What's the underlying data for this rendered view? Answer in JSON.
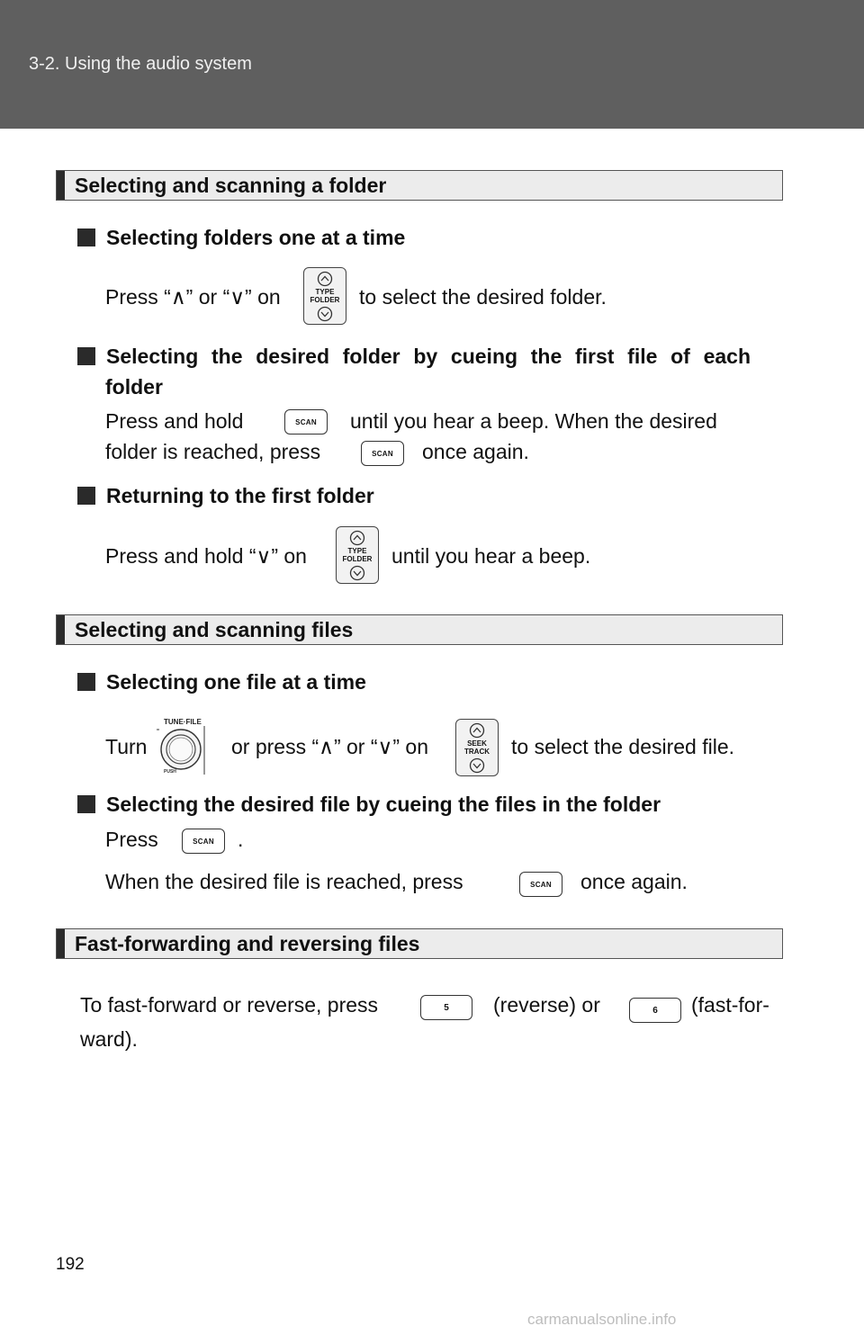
{
  "header": {
    "title": "3-2. Using the audio system"
  },
  "sections": [
    {
      "title": "Selecting and scanning a folder"
    },
    {
      "title": "Selecting and scanning files"
    },
    {
      "title": "Fast-forwarding and reversing files"
    }
  ],
  "folder": {
    "sub1": "Selecting folders one at a time",
    "sub1_a": "Press “∧” or “∨” on",
    "sub1_b": "to select the desired folder.",
    "sub2_line1": "Selecting the desired folder by cueing the first file of each",
    "sub2_line2": "folder",
    "sub2_p1_a": "Press and hold",
    "sub2_p1_b": "until you hear a beep. When the desired",
    "sub2_p2_a": "folder is reached, press",
    "sub2_p2_b": "once again.",
    "sub3": "Returning to the first folder",
    "sub3_a": "Press and hold “∨” on",
    "sub3_b": "until you hear a beep."
  },
  "files": {
    "sub1": "Selecting one file at a time",
    "sub1_a": "Turn",
    "sub1_b": "or press “∧” or “∨” on",
    "sub1_c": "to select the desired file.",
    "sub2": "Selecting the desired file by cueing the files in the folder",
    "sub2_p1_a": "Press",
    "sub2_p1_b": ".",
    "sub2_p2_a": "When the desired file is reached, press",
    "sub2_p2_b": "once again."
  },
  "ff": {
    "line1_a": "To fast-forward or reverse, press",
    "line1_b": "(reverse) or",
    "line1_c": "(fast-for-",
    "line2": "ward)."
  },
  "buttons": {
    "scan": "SCAN",
    "type_folder_1": "TYPE",
    "type_folder_2": "FOLDER",
    "seek_track_1": "SEEK",
    "seek_track_2": "TRACK",
    "tune_file": "TUNE·FILE",
    "push": "PUSH",
    "preset5": "5",
    "preset6": "6"
  },
  "page_number": "192",
  "watermark": "carmanualsonline.info"
}
